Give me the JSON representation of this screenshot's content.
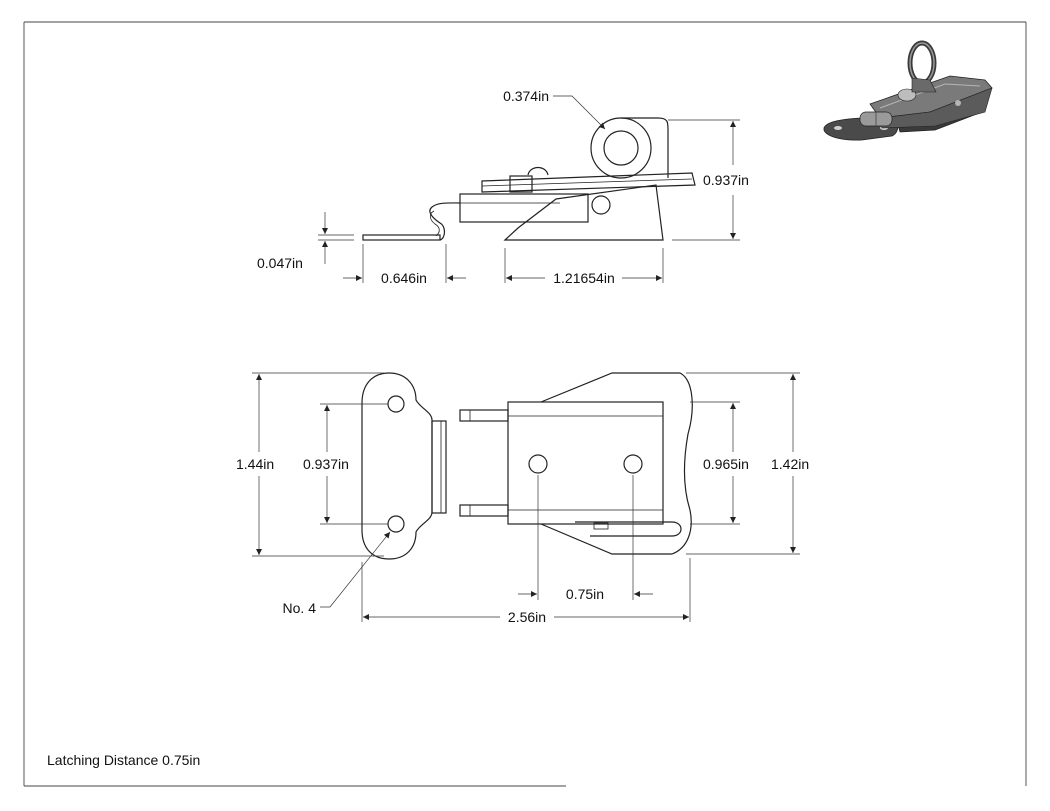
{
  "dimensions": {
    "ring_diameter": "0.374in",
    "side_height": "0.937in",
    "plate_thickness": "0.047in",
    "keeper_length": "0.646in",
    "latch_body_length": "1.21654in",
    "keeper_height": "1.44in",
    "keeper_hole_spacing": "0.937in",
    "body_hole_spacing": "0.965in",
    "body_height": "1.42in",
    "body_hole_pitch": "0.75in",
    "overall_length": "2.56in"
  },
  "callouts": {
    "screw_size": "No. 4"
  },
  "note": {
    "latching": "Latching Distance 0.75in"
  },
  "colors": {
    "line": "#222222",
    "frame": "#444444",
    "iso_dark": "#3a3a3a",
    "iso_mid": "#7a7a7a",
    "iso_light": "#b5b5b5"
  }
}
